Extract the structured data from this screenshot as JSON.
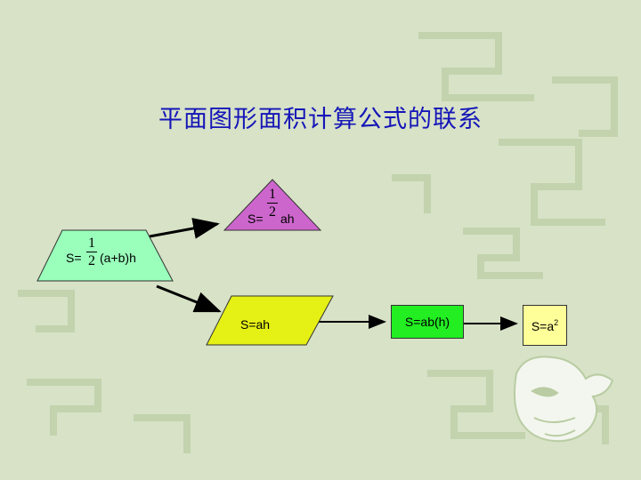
{
  "title": "平面图形面积计算公式的联系",
  "nodes": {
    "trapezoid": {
      "prefix": "S=",
      "numerator": "1",
      "denominator": "2",
      "suffix": "(a+b)h",
      "color": "#99ffbb"
    },
    "triangle": {
      "prefix": "S=",
      "numerator": "1",
      "denominator": "2",
      "suffix": "ah",
      "color": "#cc66cc"
    },
    "parallelogram": {
      "formula": "S=ah",
      "color": "#e5f014"
    },
    "rectangle": {
      "formula": "S=ab(h)",
      "color": "#22ee22"
    },
    "square": {
      "base": "S=a",
      "exponent": "2",
      "color": "#ffff99"
    }
  },
  "colors": {
    "background": "#d7e2c6",
    "title": "#1515b8",
    "pattern": "#b9cca3"
  }
}
